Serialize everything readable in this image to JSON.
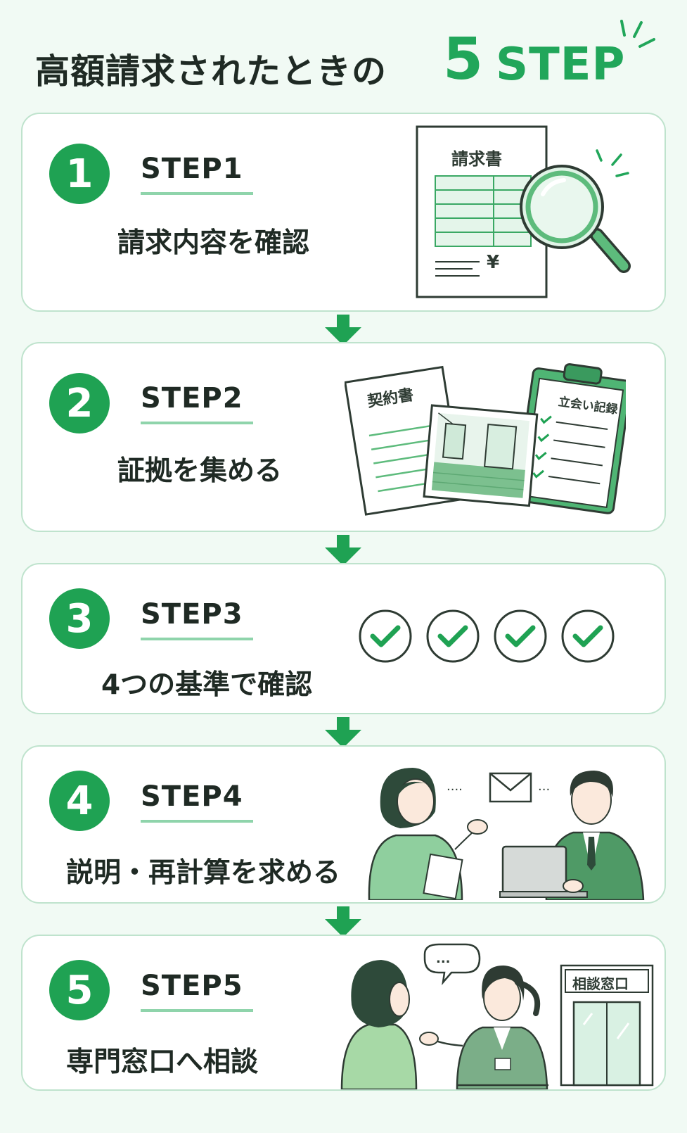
{
  "title": {
    "main": "高額請求されたときの",
    "number": "5",
    "suffix": "STEP"
  },
  "steps": [
    {
      "number": "1",
      "label": "STEP1",
      "desc": "請求内容を確認"
    },
    {
      "number": "2",
      "label": "STEP2",
      "desc": "証拠を集める"
    },
    {
      "number": "3",
      "label": "STEP3",
      "desc": "4つの基準で確認"
    },
    {
      "number": "4",
      "label": "STEP4",
      "desc": "説明・再計算を求める"
    },
    {
      "number": "5",
      "label": "STEP5",
      "desc": "専門窓口へ相談"
    }
  ],
  "illustrations": {
    "invoice": {
      "title": "請求書",
      "currency": "¥"
    },
    "contract": {
      "title": "契約書"
    },
    "clipboard": {
      "title": "立会い記録"
    },
    "counter": {
      "sign": "相談窓口"
    },
    "speech": "..."
  },
  "icons": [
    "magnifier-icon",
    "check-icon",
    "envelope-icon",
    "arrow-down-icon"
  ],
  "colors": {
    "accent": "#1fa253",
    "border": "#bfe3cd",
    "background": "#f1faf4"
  }
}
